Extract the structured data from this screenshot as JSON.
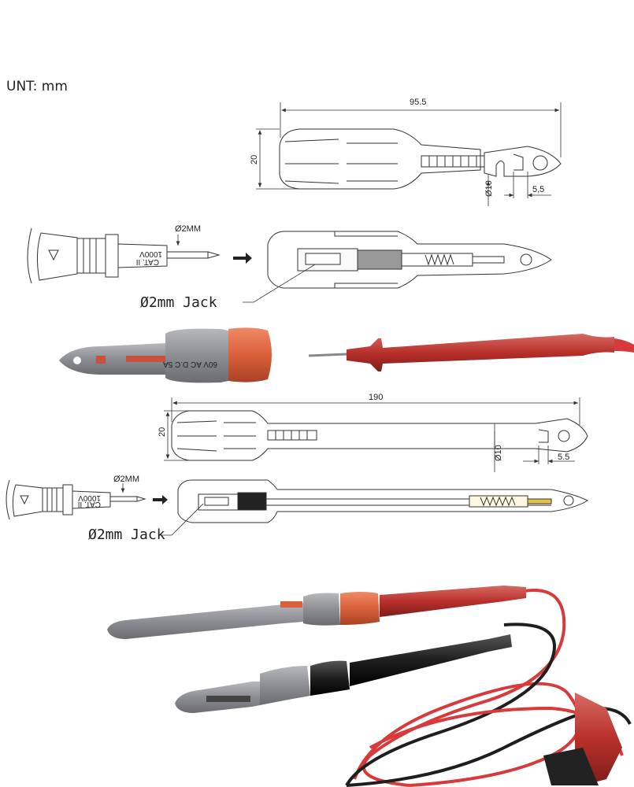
{
  "unit_label": "UNT: mm",
  "colors": {
    "probe_gray": "#8d8e93",
    "probe_orange": "#d9603a",
    "lead_red": "#b8302b",
    "lead_black": "#1e1e1e",
    "cable_red": "#d8393a"
  },
  "drawing_short": {
    "length": "95.5",
    "height": "20",
    "diameter": "Ø10",
    "hook": "5,5"
  },
  "detail_short": {
    "pin_label": "Ø2MM",
    "jack_label": "Ø2mm Jack",
    "rating": "1000V",
    "category": "CAT. II"
  },
  "drawing_long": {
    "length": "190",
    "height": "20",
    "diameter": "Ø10",
    "hook": "5.5"
  },
  "detail_long": {
    "pin_label": "Ø2MM",
    "jack_label": "Ø2mm Jack",
    "rating": "1000V",
    "category": "CAT. II"
  },
  "photo_probe_text": "60V AC D.C 5A"
}
